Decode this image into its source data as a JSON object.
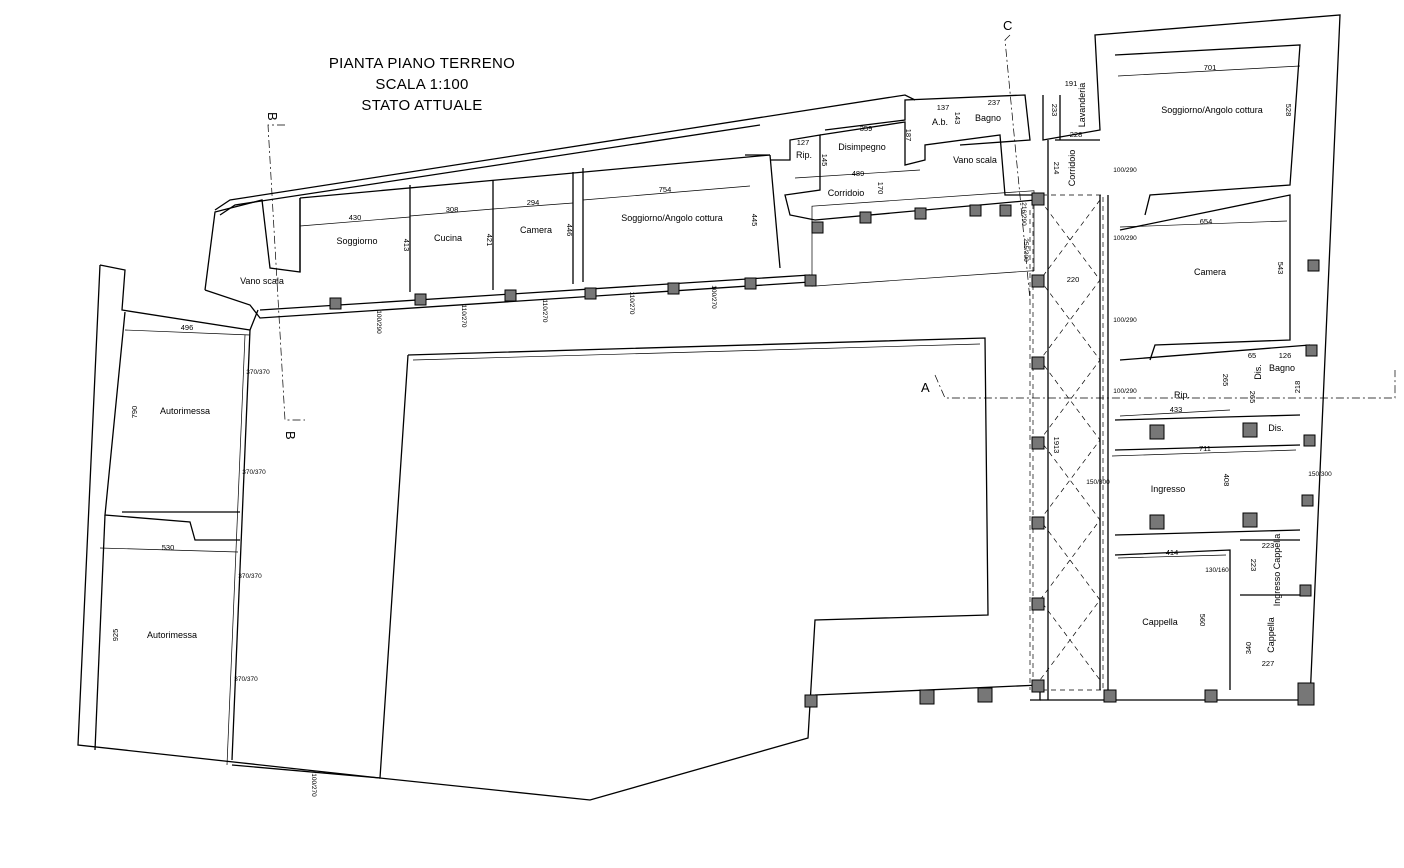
{
  "title": {
    "line1": "PIANTA PIANO TERRENO",
    "line2": "SCALA 1:100",
    "line3": "STATO ATTUALE"
  },
  "section_marks": {
    "a": "A",
    "b_top": "B",
    "b_bottom": "B",
    "c": "C"
  },
  "rooms": {
    "vano_scala_left": "Vano scala",
    "soggiorno": "Soggiorno",
    "cucina": "Cucina",
    "camera_top": "Camera",
    "soggiorno_cottura_mid": "Soggiorno/Angolo cottura",
    "rip_top": "Rip.",
    "disimpegno": "Disimpegno",
    "ab": "A.b.",
    "bagno_top": "Bagno",
    "vano_scala_mid": "Vano scala",
    "corridoio": "Corridoio",
    "lavanderia": "Lavanderia",
    "corridoio_vertical": "Corridoio",
    "soggiorno_cottura_right": "Soggiorno/Angolo cottura",
    "camera_right": "Camera",
    "rip_right": "Rip.",
    "dis_1": "Dis.",
    "bagno_right": "Bagno",
    "dis_2": "Dis.",
    "ingresso": "Ingresso",
    "ingresso_cappella": "Ingresso Cappella",
    "cappella_large": "Cappella",
    "cappella_small": "Cappella",
    "autorimessa_top": "Autorimessa",
    "autorimessa_bottom": "Autorimessa"
  },
  "dimensions": {
    "soggiorno_w": "430",
    "soggiorno_h": "413",
    "cucina_w": "308",
    "cucina_h": "421",
    "camera_w": "294",
    "camera_h": "446",
    "soggiorno_cottura_w": "754",
    "soggiorno_cottura_h": "445",
    "rip_w": "127",
    "rip_h": "145",
    "disimpegno_w": "359",
    "disimpegno_h": "187",
    "ab_w": "137",
    "ab_h": "143",
    "bagno_w": "237",
    "corridoio_w": "489",
    "corridoio_h": "170",
    "lavanderia_w": "191",
    "lavanderia_h": "233",
    "corridoio_v_w": "228",
    "corridoio_v_h": "214",
    "portico_w": "220",
    "portico_h": "1913",
    "soggiorno_r_w": "701",
    "soggiorno_r_h": "528",
    "camera_r_w": "654",
    "camera_r_h": "543",
    "rip_r_w": "433",
    "rip_r_h": "265",
    "dis_w": "65",
    "dis_h": "265",
    "bagno_r_w": "126",
    "bagno_r_h": "218",
    "ingresso_w": "711",
    "ingresso_h": "408",
    "cappella_w": "414",
    "cappella_h": "560",
    "ingresso_cappella_w": "223",
    "ingresso_cappella_h": "223",
    "cappella_s_w": "227",
    "cappella_s_h": "340",
    "autorimessa_t_w": "496",
    "autorimessa_t_h": "790",
    "autorimessa_b_w": "530",
    "autorimessa_b_h": "925",
    "openings": [
      "100/290",
      "110/270",
      "110/270",
      "110/270",
      "100/270",
      "100/270",
      "370/370",
      "370/370",
      "370/370",
      "370/370",
      "150/300",
      "150/300",
      "130/160",
      "100/290",
      "100/290",
      "100/290",
      "100/290",
      "216/290",
      "255/300"
    ]
  },
  "colors": {
    "line": "#000000",
    "pillar": "#777777",
    "background": "#ffffff"
  }
}
